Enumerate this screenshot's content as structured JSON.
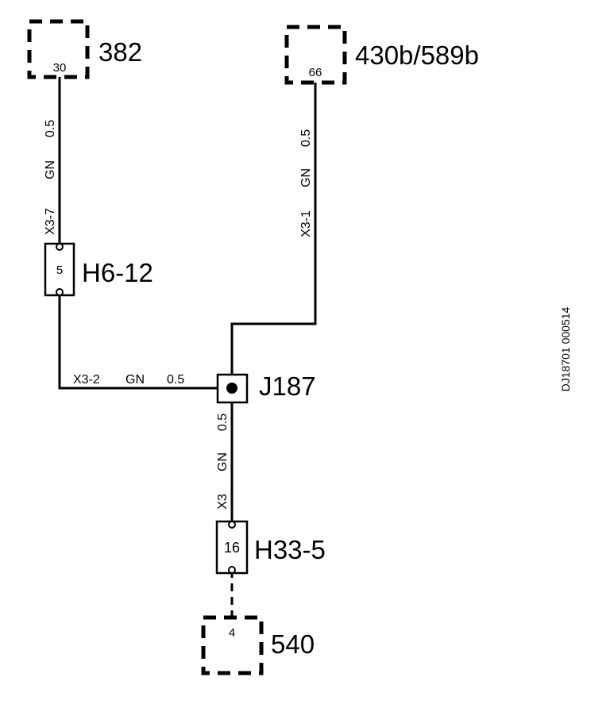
{
  "components": {
    "c382": {
      "label": "382",
      "pin": "30"
    },
    "c430b": {
      "label": "430b/589b",
      "pin": "66"
    },
    "c540": {
      "label": "540",
      "pin": "4"
    }
  },
  "connectors": {
    "h612": {
      "label": "H6-12",
      "pin": "5"
    },
    "h335": {
      "label": "H33-5",
      "pin": "16"
    }
  },
  "junction": {
    "label": "J187"
  },
  "wires": {
    "w382": {
      "gauge": "0.5",
      "color": "GN",
      "terminal": "X3-7"
    },
    "w430": {
      "gauge": "0.5",
      "color": "GN",
      "terminal": "X3-1"
    },
    "wh612": {
      "gauge": "0.5",
      "color": "GN",
      "terminal": "X3-2"
    },
    "wh335": {
      "gauge": "0.5",
      "color": "GN",
      "terminal": "X3"
    }
  },
  "reference": "DJ18701 000514"
}
